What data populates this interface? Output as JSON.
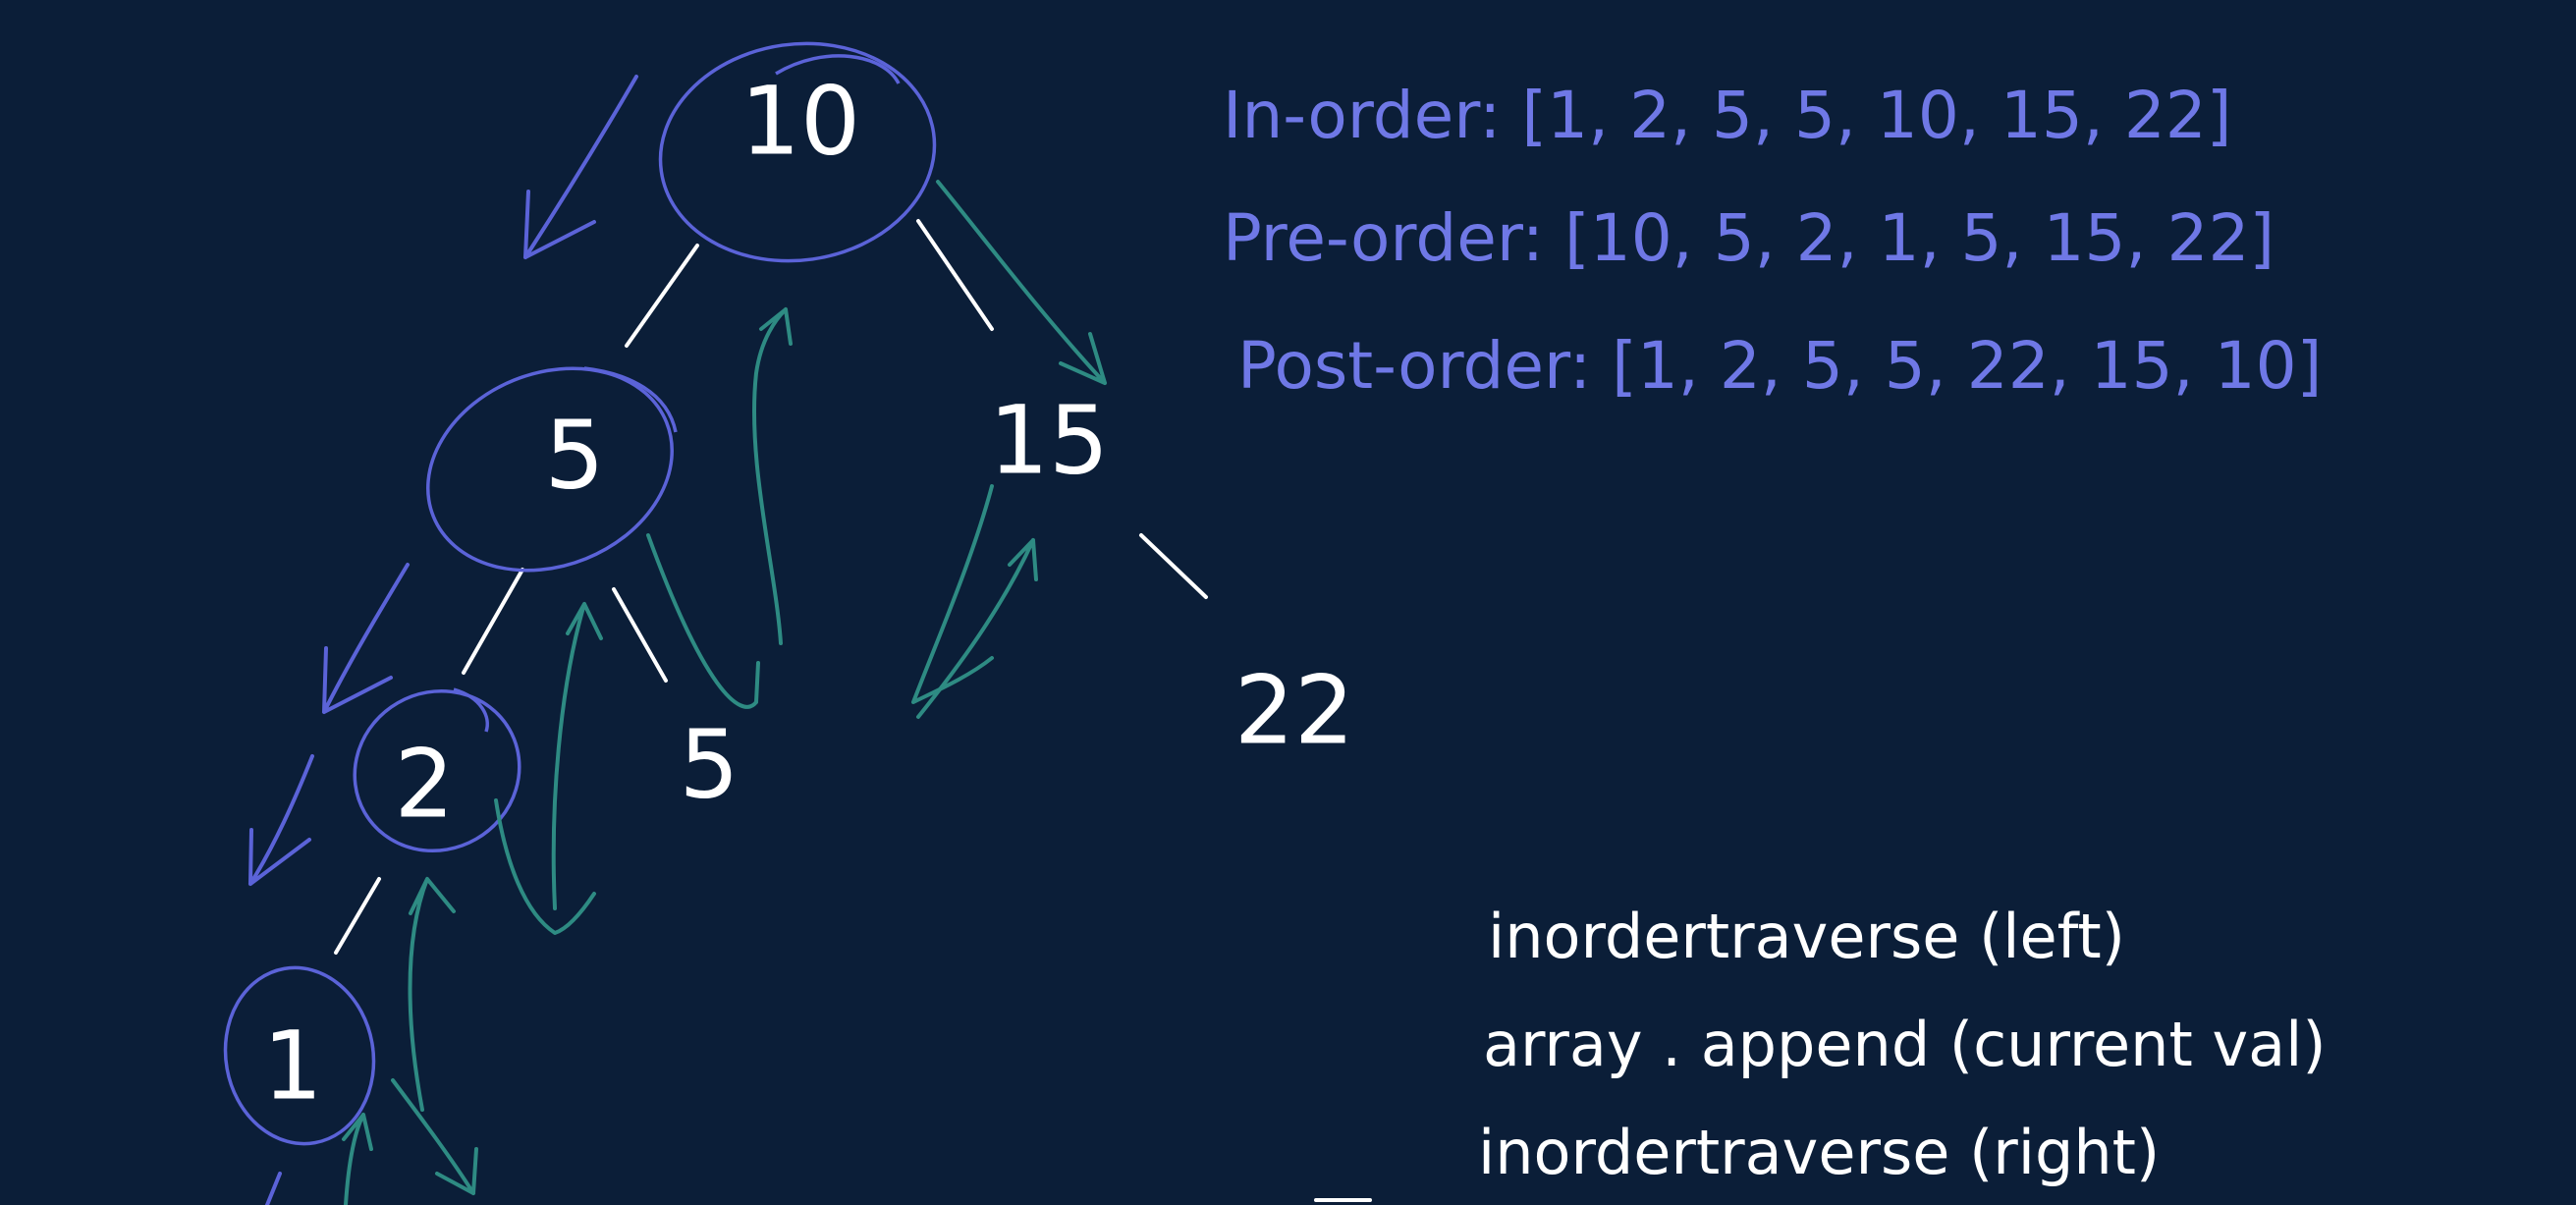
{
  "tree": {
    "nodes": [
      {
        "id": "n10",
        "label": "10"
      },
      {
        "id": "n5a",
        "label": "5"
      },
      {
        "id": "n15",
        "label": "15"
      },
      {
        "id": "n2",
        "label": "2"
      },
      {
        "id": "n5b",
        "label": "5"
      },
      {
        "id": "n22",
        "label": "22"
      },
      {
        "id": "n1",
        "label": "1"
      }
    ]
  },
  "traversals": {
    "inorder": "In-order:  [1, 2, 5, 5, 10, 15, 22]",
    "preorder": "Pre-order:  [10, 5, 2, 1, 5, 15, 22]",
    "postorder": "Post-order:  [1, 2, 5, 5, 22, 15, 10]"
  },
  "code": {
    "line1": "inordertraverse (left)",
    "line2": "array . append (current val)",
    "line3": "inordertraverse  (right)"
  },
  "colors": {
    "background": "#0b1e38",
    "ink_white": "#ffffff",
    "ink_blue": "#5b63d8",
    "ink_green": "#2e8b83"
  }
}
